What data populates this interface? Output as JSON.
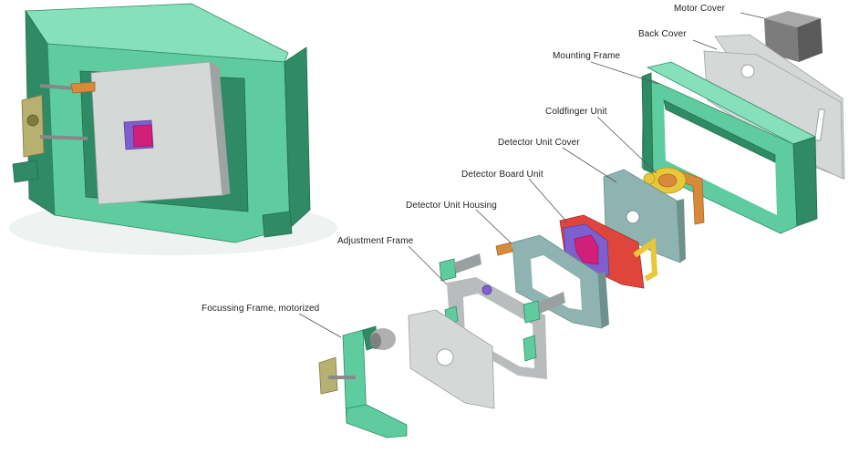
{
  "labels": {
    "motor_cover": "Motor Cover",
    "back_cover": "Back Cover",
    "mounting_frame": "Mounting Frame",
    "coldfinger_unit": "Coldfinger Unit",
    "detector_unit_cover": "Detector Unit Cover",
    "detector_board_unit": "Detector Board Unit",
    "detector_unit_housing": "Detector Unit Housing",
    "adjustment_frame": "Adjustment Frame",
    "focussing_frame": "Focussing Frame, motorized"
  },
  "colors": {
    "frame_green": "#5fcca0",
    "frame_green_dark": "#2f8a66",
    "frame_green_light": "#86e0bc",
    "plate_grey": "#d6d8d8",
    "plate_grey_dark": "#9ea3a3",
    "cover_teal": "#8fb3b0",
    "board_red": "#e0453c",
    "detector_violet": "#7d5fd0",
    "detector_pink": "#d2207a",
    "copper": "#d88a3a",
    "yellow": "#e8c838",
    "motor_grey": "#7c7c7c",
    "leader_line": "#555555"
  }
}
